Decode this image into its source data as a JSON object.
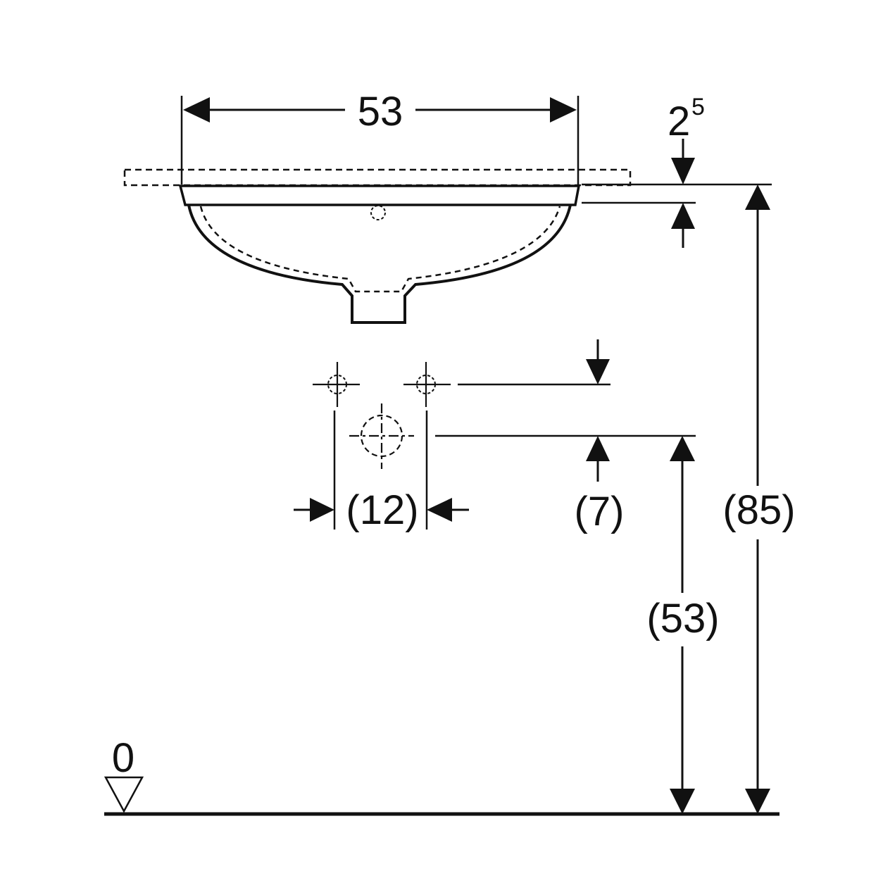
{
  "drawing": {
    "type": "undermount washbasin installation drawing",
    "line_color": "#111111",
    "background_color": "#ffffff"
  },
  "dimensions": {
    "width": "53",
    "rim_thickness_base": "2",
    "rim_thickness_exp": "5",
    "tap_hole_spacing": "(12)",
    "tap_hole_offset": "(7)",
    "waste_height": "(53)",
    "rim_height": "(85)"
  },
  "floor_level": {
    "label": "0"
  }
}
